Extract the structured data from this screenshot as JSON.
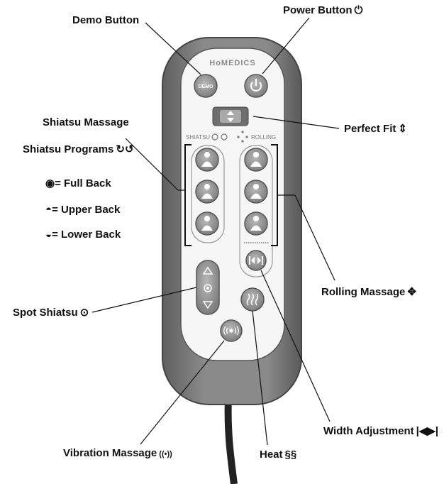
{
  "brand": "HoMEDICS",
  "remote": {
    "demo_button": "DEMO",
    "shiatsu_header": "SHIATSU",
    "rolling_header": "ROLLING"
  },
  "callouts": {
    "demo": "Demo Button",
    "power": "Power Button",
    "shiatsu_massage": "Shiatsu Massage",
    "shiatsu_programs": "Shiatsu Programs",
    "full_back": "= Full Back",
    "upper_back": "= Upper Back",
    "lower_back": "= Lower Back",
    "perfect_fit": "Perfect Fit",
    "rolling_massage": "Rolling Massage",
    "spot_shiatsu": "Spot Shiatsu",
    "width_adjustment": "Width Adjustment",
    "vibration_massage": "Vibration Massage",
    "heat": "Heat"
  },
  "icons": {
    "power": "power-icon",
    "perfect_fit": "up-down-arrows-icon",
    "rolling": "four-way-arrows-icon",
    "spot": "target-dot-icon",
    "width": "left-right-arrows-icon",
    "vibration": "vibration-waves-icon",
    "heat": "heat-waves-icon"
  },
  "colors": {
    "remote_body": "#7d7d7d",
    "remote_face": "#f7f7f7",
    "button_fill": "#9a9a9a"
  }
}
